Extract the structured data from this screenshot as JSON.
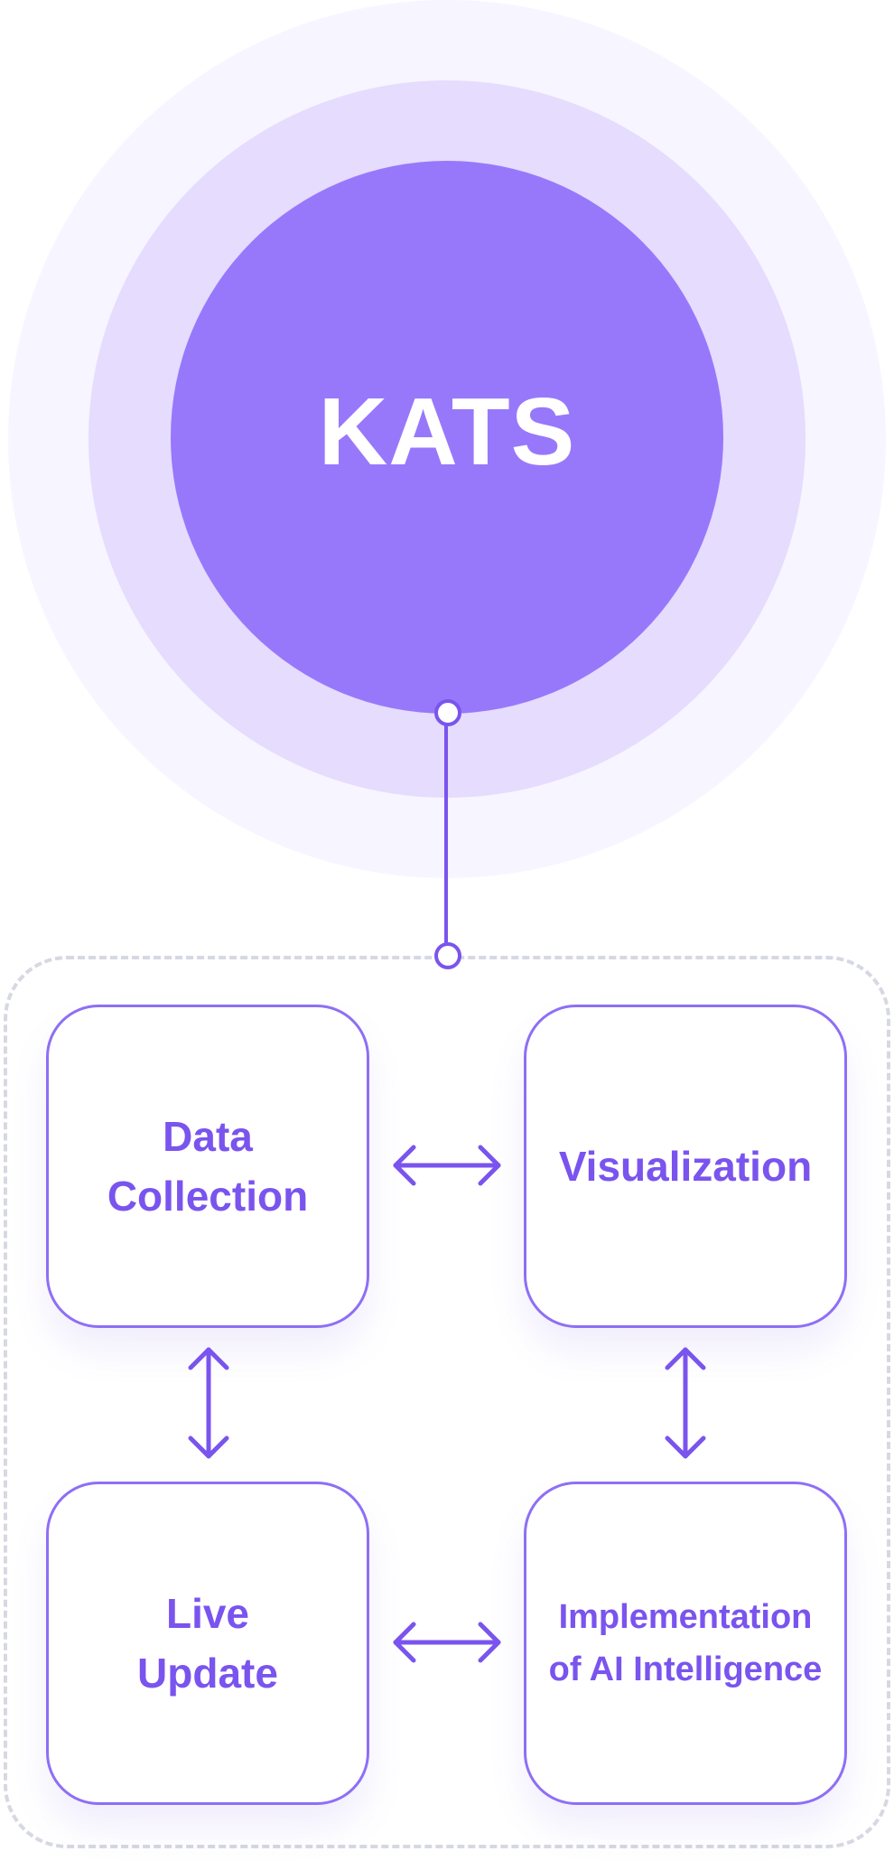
{
  "core": {
    "label": "KATS",
    "color_core": "#9778fb",
    "color_middle_ring": "#e5dcfe",
    "color_outer_ring": "#f7f5ff"
  },
  "modules": [
    {
      "label": "Data\nCollection"
    },
    {
      "label": "Visualization"
    },
    {
      "label": "Live\nUpdate"
    },
    {
      "label": "Implementation\nof AI Intelligence"
    }
  ],
  "colors": {
    "accent": "#7a54ee",
    "module_border": "#8e6ff5",
    "frame_dash": "#d6d8e2"
  },
  "arrows": [
    {
      "name": "data-collection-visualization",
      "direction": "bidirectional-horizontal"
    },
    {
      "name": "data-collection-live-update",
      "direction": "bidirectional-vertical"
    },
    {
      "name": "visualization-ai-intelligence",
      "direction": "bidirectional-vertical"
    },
    {
      "name": "live-update-ai-intelligence",
      "direction": "bidirectional-horizontal"
    }
  ]
}
